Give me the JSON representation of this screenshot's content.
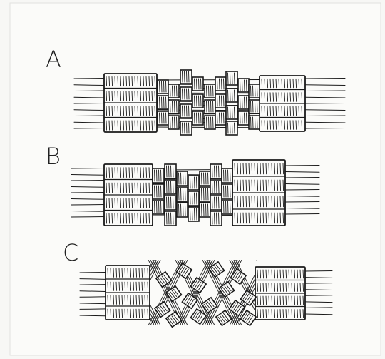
{
  "figure": {
    "background": "#f7f7f5",
    "ink_color": "#1a1a1a",
    "panels": [
      {
        "id": "a",
        "label": "A",
        "pattern": "offset-columns"
      },
      {
        "id": "b",
        "label": "B",
        "pattern": "offset-columns"
      },
      {
        "id": "c",
        "label": "C",
        "pattern": "diagonal-mesh"
      }
    ]
  }
}
